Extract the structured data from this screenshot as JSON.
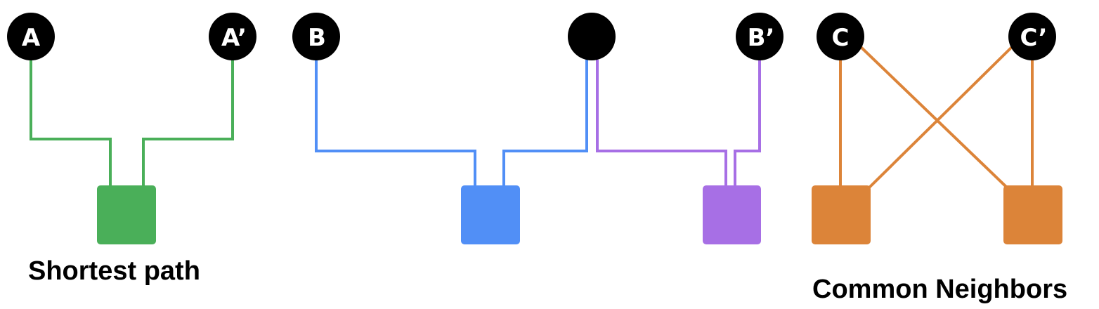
{
  "colors": {
    "green": "#4aaf59",
    "blue": "#518ff6",
    "purple": "#a76fe5",
    "orange": "#dc8439",
    "node": "#000000"
  },
  "nodes": {
    "a": "A",
    "a_prime": "A’",
    "b": "B",
    "b_prime": "B’",
    "c": "C",
    "c_prime": "C’"
  },
  "captions": {
    "shortest_path": "Shortest path",
    "common_neighbors": "Common Neighbors"
  }
}
